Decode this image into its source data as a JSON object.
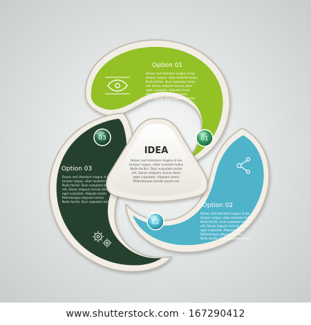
{
  "colors": {
    "green": "#93c126",
    "teal": "#4fb3c9",
    "dark_green": "#27412d",
    "orb_green": "#2f9a61",
    "orb_teal": "#4dc0d3",
    "orb_dark": "#2b6447",
    "frame": "#f2eee6",
    "frame_stroke": "#bdb6a8",
    "background": "#eef0f0"
  },
  "center": {
    "title": "IDEA",
    "lines": [
      "Donec sed interdum magna id leo",
      "tempor neque, vitae molestie tellus",
      "Nulla facilisi. Duis vulputate tortor",
      "elit, Donec aliquam lacinia dolor",
      "eget vulputate. Aliquam lorem",
      "Pellentesque tiusdis ipsum ver"
    ]
  },
  "option1": {
    "title": "Option 01",
    "badge": "01",
    "icon": "eye-icon",
    "lines": [
      "Donec sed interdum magna id leo",
      "tempor neque, vitae molestie tellus",
      "Nulla facilisi. Duis vulputate tortor",
      "elit, Donec aliquam lacinia dolor",
      "eget vulputate. Aliquam lorem",
      "Pellentesque aliquam lacinia",
      "Nulla facilisi. Duis vulputate tortor"
    ]
  },
  "option2": {
    "title": "Option 02",
    "badge": "02",
    "icon": "share-icon",
    "lines": [
      "Donec sed interdum magna id leo",
      "tempor neque, vitae molestie tellus",
      "Nulla facilisi. Duis vulputate tortor",
      "elit, Donec aliquam lacinia dolor",
      "eget vulputate. Aliquam lorem",
      "Pellentesque aliquam lacinia",
      "Nulla facilisi. Duis vulputate tortor"
    ]
  },
  "option3": {
    "title": "Option 03",
    "badge": "03",
    "icon": "gears-icon",
    "lines": [
      "Donec sed interdum magna id leo",
      "tempor neque, vitae molestie tellus",
      "Nulla facilisi. Duis vulputate tortor",
      "elit, Donec aliquam lacinia dolor",
      "eget vulputate. Aliquam lorem",
      "Pellentesque aliquam lacinia",
      "Nulla facilisi. Duis vulputate tortor"
    ]
  },
  "footer": {
    "text": "www.shutterstock.com · 167290412"
  }
}
